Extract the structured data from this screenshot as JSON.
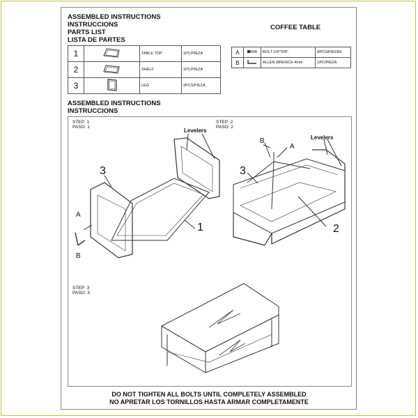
{
  "header": {
    "line1": "ASSEMBLED INSTRUCTIONS",
    "line2": "INSTRUCCIONS",
    "line3": "PARTS LIST",
    "line4": "LISTA DE PARTES"
  },
  "product_title": "COFFEE TABLE",
  "parts": [
    {
      "num": "1",
      "icon": "table-top-icon",
      "name": "TABLE TOP",
      "qty": "1PC/PIEZA"
    },
    {
      "num": "2",
      "icon": "shelf-icon",
      "name": "SHELF",
      "qty": "1PC/PIEZA"
    },
    {
      "num": "3",
      "icon": "leg-icon",
      "name": "LEG",
      "qty": "2PCS/PIEZA"
    }
  ],
  "hardware": [
    {
      "letter": "A",
      "icon": "bolt-icon",
      "name": "BOLT 1/4\"*5/8\"",
      "qty": "8PCS/PIEZAS"
    },
    {
      "letter": "B",
      "icon": "allen-wrench-icon",
      "name": "ALLEN WRENCH 4mm",
      "qty": "1PC/PIEZA"
    }
  ],
  "section2": {
    "line1": "ASSEMBLED INSTRUCTIONS",
    "line2": "INSTRUCCIONS"
  },
  "steps": {
    "step1": {
      "en": "STEP: 1",
      "es": "PASO: 1"
    },
    "step2": {
      "en": "STEP: 2",
      "es": "PASO: 2"
    },
    "step3": {
      "en": "STEP: 3",
      "es": "PASO: 3"
    }
  },
  "callouts": {
    "levelers": "Levelers",
    "a": "A",
    "b": "B",
    "n1": "1",
    "n2": "2",
    "n3": "3"
  },
  "footer": {
    "line1": "DO NOT TIGHTEN ALL BOLTS UNTIL COMPLETELY ASSEMBLED",
    "line2": "NO APRETAR LOS TORNILLOS HASTA ARMAR COMPLETAMENTE"
  },
  "colors": {
    "border": "#c9c23a",
    "line": "#333333"
  }
}
